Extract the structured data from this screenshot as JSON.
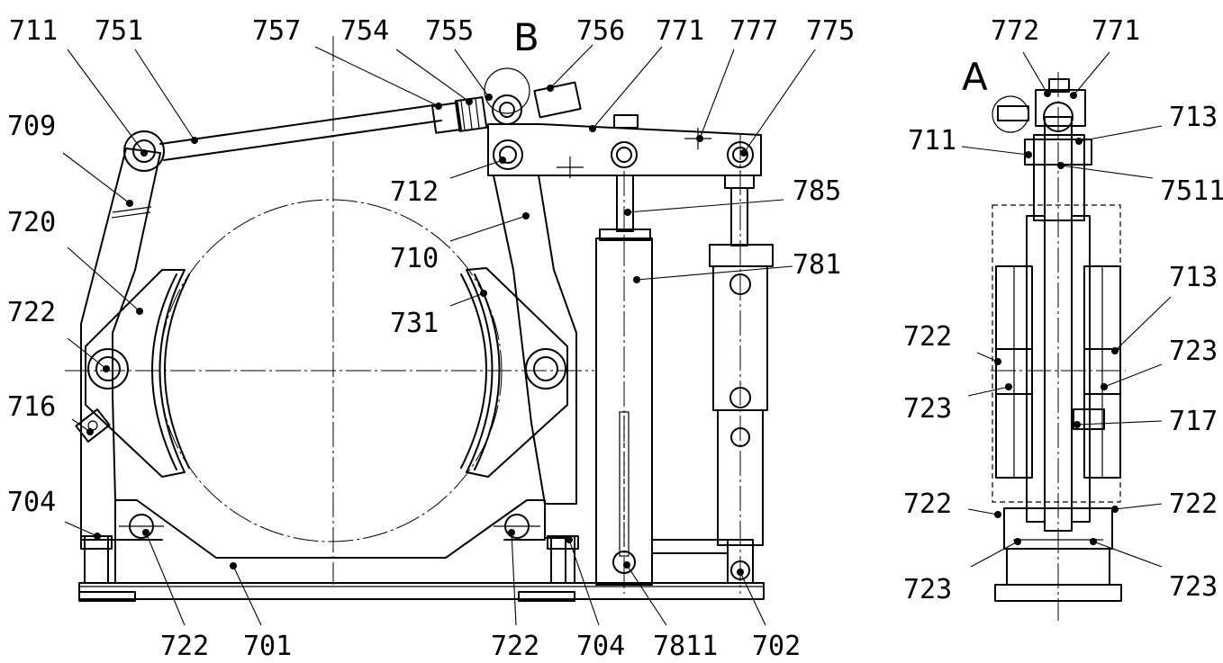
{
  "view_letters": {
    "b": "B",
    "a": "A"
  },
  "front_view": {
    "top_labels": [
      "711",
      "751",
      "757",
      "754",
      "755",
      "756",
      "771",
      "777",
      "775"
    ],
    "left_labels": [
      "709",
      "720",
      "722",
      "716",
      "704"
    ],
    "inner_labels": [
      "712",
      "710",
      "731",
      "785",
      "781"
    ],
    "bottom_labels": [
      "722",
      "701",
      "722",
      "704",
      "7811",
      "702"
    ]
  },
  "side_view": {
    "top_labels": [
      "772",
      "771"
    ],
    "left_labels": [
      "711",
      "722",
      "723",
      "722",
      "723"
    ],
    "right_labels": [
      "713",
      "7511",
      "713",
      "723",
      "717",
      "722",
      "723"
    ]
  }
}
